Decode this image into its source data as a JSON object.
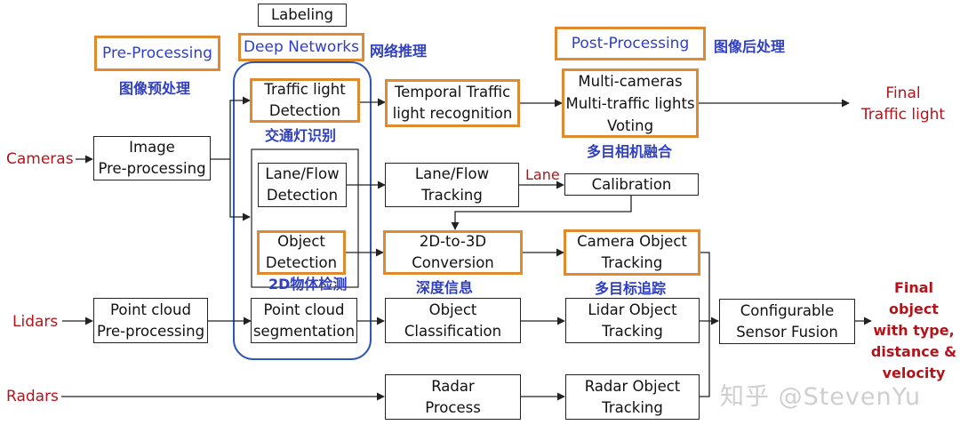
{
  "stages": {
    "pre": "Pre-Processing",
    "pre_cn": "图像预处理",
    "deep": "Deep Networks",
    "deep_cn": "网络推理",
    "post": "Post-Processing",
    "post_cn": "图像后处理",
    "labeling": "Labeling"
  },
  "inputs": {
    "cameras": "Cameras",
    "lidars": "Lidars",
    "radars": "Radars"
  },
  "outputs": {
    "traffic": "Final\nTraffic light",
    "object": "Final object\nwith type,\ndistance &\nvelocity"
  },
  "boxes": {
    "image_pre": "Image\nPre-processing",
    "traffic_det": "Traffic light\nDetection",
    "lane_det": "Lane/Flow\nDetection",
    "object_det": "Object\nDetection",
    "temporal": "Temporal Traffic\nlight recognition",
    "multi": "Multi-cameras\nMulti-traffic lights\nVoting",
    "lane_track": "Lane/Flow\nTracking",
    "calibration": "Calibration",
    "conv2d3d": "2D-to-3D\nConversion",
    "cam_track": "Camera Object\nTracking",
    "pc_pre": "Point cloud\nPre-processing",
    "pc_seg": "Point cloud\nsegmentation",
    "obj_class": "Object\nClassification",
    "lidar_track": "Lidar Object\nTracking",
    "fusion": "Configurable\nSensor Fusion",
    "radar_proc": "Radar\nProcess",
    "radar_track": "Radar Object\nTracking"
  },
  "annotations": {
    "traffic_cn": "交通灯识别",
    "multi_cn": "多目相机融合",
    "detect_cn": "2D物体检测",
    "depth_cn": "深度信息",
    "track_cn": "多目标追踪",
    "lane": "Lane"
  },
  "watermark": "知乎 @StevenYu",
  "colors": {
    "orange": "#e0892f",
    "blue_text": "#2f3fc2",
    "red_text": "#b3141b",
    "group_border": "#2f57b5"
  }
}
